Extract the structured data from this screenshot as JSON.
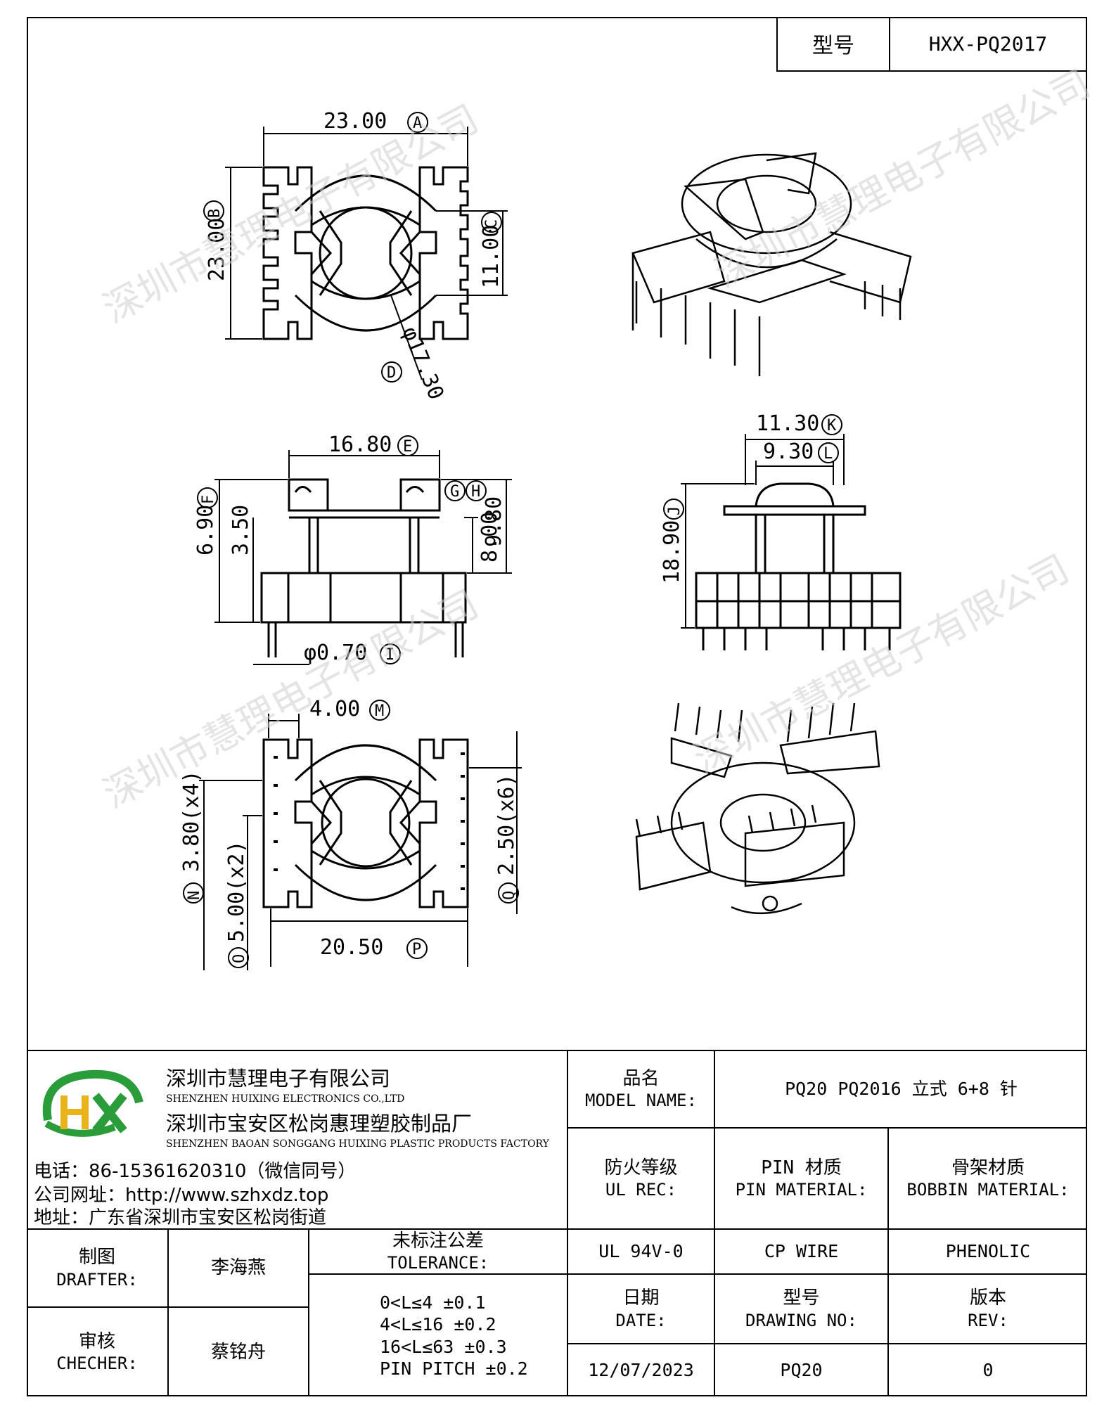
{
  "header": {
    "model_label": "型号",
    "model_value": "HXX-PQ2017"
  },
  "dimensions": {
    "a": "23.00",
    "b": "23.00",
    "c": "11.00",
    "d": "φ17.30",
    "e": "16.80",
    "f": "6.90",
    "f2": "3.50",
    "h1": "8.00",
    "h2": "9.80",
    "i": "φ0.70",
    "k": "11.30",
    "l": "9.30",
    "j": "18.90",
    "m": "4.00",
    "n": "3.80(x4)",
    "o": "5.00(x2)",
    "p": "20.50",
    "q": "2.50(x6)"
  },
  "markers": {
    "a": "A",
    "b": "B",
    "c": "C",
    "d": "D",
    "e": "E",
    "f": "F",
    "g": "G",
    "h": "H",
    "i": "I",
    "j": "J",
    "k": "K",
    "l": "L",
    "m": "M",
    "n": "N",
    "o": "O",
    "p": "P",
    "q": "Q"
  },
  "watermark": "深圳市慧理电子有限公司",
  "company": {
    "logo_text": "HX",
    "name_cn": "深圳市慧理电子有限公司",
    "name_en": "SHENZHEN HUIXING ELECTRONICS CO.,LTD",
    "factory_cn": "深圳市宝安区松岗惠理塑胶制品厂",
    "factory_en": "SHENZHEN BAOAN SONGGANG HUIXING PLASTIC PRODUCTS FACTORY",
    "phone": "电话：86-15361620310（微信同号）",
    "website": "公司网址：http://www.szhxdz.top",
    "address": "地址：广东省深圳市宝安区松岗街道"
  },
  "title_block": {
    "model_name_cn": "品名",
    "model_name_en": "MODEL NAME:",
    "model_name_value": "PQ20 PQ2016 立式 6+8 针",
    "ul_cn": "防火等级",
    "ul_en": "UL REC:",
    "pin_cn": "PIN 材质",
    "pin_en": "PIN MATERIAL:",
    "bobbin_cn": "骨架材质",
    "bobbin_en": "BOBBIN MATERIAL:",
    "ul_value": "UL 94V-0",
    "pin_value": "CP WIRE",
    "bobbin_value": "PHENOLIC",
    "drafter_cn": "制图",
    "drafter_en": "DRAFTER:",
    "drafter_name": "李海燕",
    "checker_cn": "审核",
    "checker_en": "CHECHER:",
    "checker_name": "蔡铭舟",
    "tolerance_cn": "未标注公差",
    "tolerance_en": "TOLERANCE:",
    "tolerance_rows": [
      "0<L≤4  ±0.1",
      "4<L≤16 ±0.2",
      "16<L≤63 ±0.3",
      "PIN PITCH ±0.2"
    ],
    "date_cn": "日期",
    "date_en": "DATE:",
    "drawing_cn": "型号",
    "drawing_en": "DRAWING NO:",
    "rev_cn": "版本",
    "rev_en": "REV:",
    "date_value": "12/07/2023",
    "drawing_value": "PQ20",
    "rev_value": "0"
  },
  "colors": {
    "logo_green": "#2a9d3a",
    "logo_yellow": "#e8b419",
    "line": "#000000",
    "watermark": "#cfcfcf"
  }
}
